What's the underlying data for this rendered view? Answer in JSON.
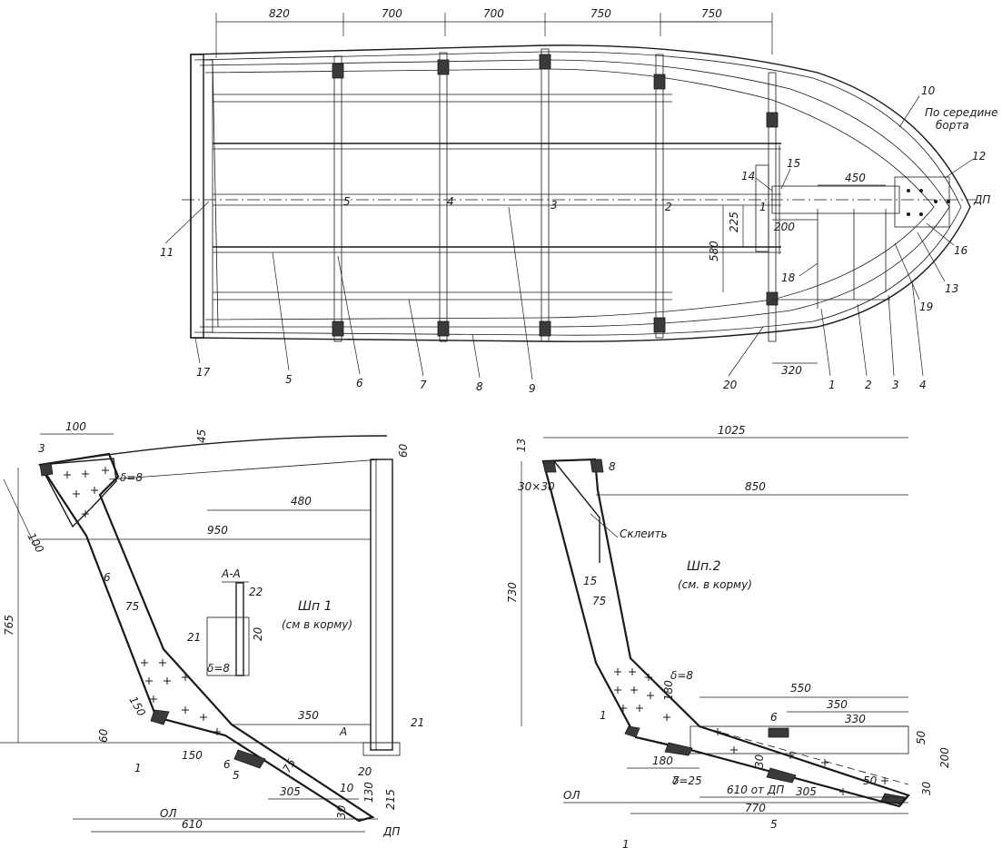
{
  "top_view": {
    "spacings": [
      "820",
      "700",
      "700",
      "750",
      "750"
    ],
    "frame_numbers": [
      "5",
      "4",
      "3",
      "2",
      "1"
    ],
    "note_line1": "По середине",
    "note_line2": "борта",
    "dp": "ДП",
    "dims": {
      "d450": "450",
      "d225": "225",
      "d200": "200",
      "d580": "580",
      "d320": "320"
    },
    "callouts": [
      "10",
      "12",
      "14",
      "15",
      "16",
      "13",
      "19",
      "18",
      "11",
      "17",
      "5",
      "6",
      "7",
      "8",
      "9",
      "20",
      "1",
      "2",
      "3",
      "4"
    ]
  },
  "frame1": {
    "title": "Шп 1",
    "subtitle": "(см в корму)",
    "section_title": "А-А",
    "section_mark": "А",
    "section_labels": {
      "n22": "22",
      "n21": "21",
      "d20": "20"
    },
    "dims": {
      "d100_top": "100",
      "d45": "45",
      "d60_top": "60",
      "d480": "480",
      "d950": "950",
      "d100_side": "100",
      "d765": "765",
      "d6": "6",
      "d75": "75",
      "d150a": "150",
      "d60": "60",
      "d150b": "150",
      "d350": "350",
      "d75b": "75",
      "d305": "305",
      "d10": "10",
      "d20": "20",
      "d130": "130",
      "d215": "215",
      "d30": "30",
      "d610": "610"
    },
    "delta": "δ=8",
    "delta2": "δ=8",
    "callouts": {
      "c3": "3",
      "c1": "1",
      "c5": "5",
      "c6": "6",
      "c21": "21"
    },
    "ol": "ОЛ",
    "dp": "ДП"
  },
  "frame2": {
    "title": "Шп.2",
    "subtitle": "(см. в корму)",
    "glue": "Склеить",
    "dims": {
      "d1025": "1025",
      "d13": "13",
      "d850": "850",
      "d30x30": "30×30",
      "d730": "730",
      "d15": "15",
      "d75": "75",
      "d180": "180",
      "d550": "550",
      "d350": "350",
      "d330": "330",
      "d50": "50",
      "d200": "200",
      "d180b": "180",
      "d30": "30",
      "d610dp": "610 от ДП",
      "d305": "305",
      "d770": "770",
      "d50b": "50",
      "d30b": "30"
    },
    "delta": "δ=8",
    "delta25": "δ=25",
    "callouts": {
      "c8": "8",
      "c6": "6",
      "c1": "1",
      "c7": "7",
      "c5": "5"
    },
    "ol": "ОЛ"
  },
  "page_number": "1"
}
